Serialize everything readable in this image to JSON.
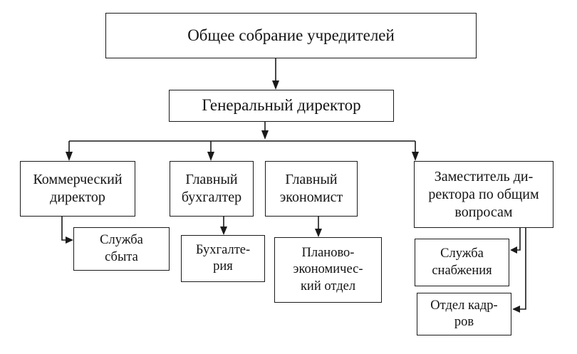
{
  "nodes": {
    "founders": "Общее собрание учредителей",
    "general_director": "Генеральный директор",
    "commercial_director": "Коммерческий\nдиректор",
    "chief_accountant": "Главный\nбухгалтер",
    "chief_economist": "Главный\nэкономист",
    "deputy_director": "Заместитель ди-\nректора по общим\nвопросам",
    "sales_service": "Служба\nсбыта",
    "accounting": "Бухгалте-\nрия",
    "planning_department": "Планово-\nэкономичес-\nкий отдел",
    "supply_service": "Служба\nснабжения",
    "hr_department": "Отдел кадр-\nров"
  }
}
